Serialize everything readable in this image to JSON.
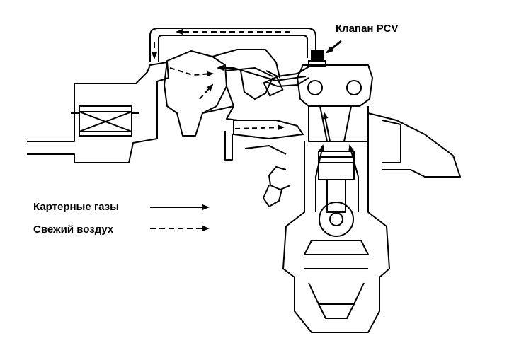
{
  "labels": {
    "pcv_valve": "Клапан PCV"
  },
  "legend": [
    {
      "text": "Картерные газы",
      "style": "solid"
    },
    {
      "text": "Свежий воздух",
      "style": "dashed"
    }
  ],
  "colors": {
    "ink": "#000000",
    "paper": "#ffffff"
  }
}
